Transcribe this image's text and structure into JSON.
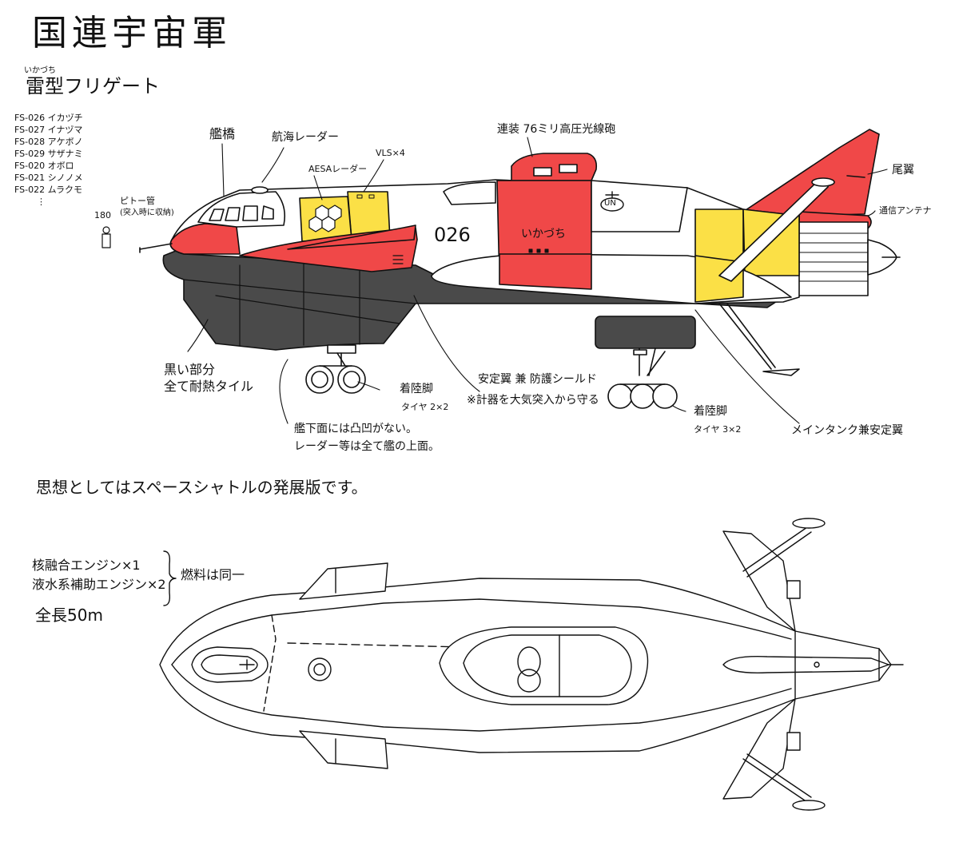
{
  "title": "国連宇宙軍",
  "subtitle": "雷型フリゲート",
  "subtitle_ruby": "いかづち",
  "ships": [
    "FS-026 イカヅチ",
    "FS-027 イナヅマ",
    "FS-028 アケボノ",
    "FS-029 サザナミ",
    "FS-020 オボロ",
    "FS-021 シノノメ",
    "FS-022 ムラクモ",
    "⋮"
  ],
  "labels": {
    "bridge": "艦橋",
    "nav_radar": "航海レーダー",
    "aesa_radar": "AESAレーダー",
    "vls": "VLS×4",
    "gun": "連装 76ミリ高圧光線砲",
    "tail": "尾翼",
    "antenna": "通信アンテナ",
    "pitot": "ピトー管",
    "pitot_note": "(突入時に収納)",
    "scale": "180",
    "hull_number": "026",
    "hull_name": "いかづち",
    "emblem": "UN",
    "black_parts": "黒い部分",
    "black_parts_2": "全て耐熱タイル",
    "gear_front": "着陸脚",
    "gear_front_tyre": "タイヤ 2×2",
    "shield": "安定翼 兼 防護シールド",
    "shield_note": "※計器を大気突入から守る",
    "gear_rear": "着陸脚",
    "gear_rear_tyre": "タイヤ 3×2",
    "main_tank": "メインタンク兼安定翼",
    "underside": "艦下面には凸凹がない。",
    "underside_2": "レーダー等は全て艦の上面。",
    "concept": "思想としてはスペースシャトルの発展版です。",
    "engine_1": "核融合エンジン×1",
    "engine_2": "液水系補助エンジン×2",
    "fuel": "燃料は同一",
    "length": "全長50m"
  },
  "colors": {
    "red": "#f04848",
    "yellow": "#fbe046",
    "dark": "#4a4a4a",
    "line": "#111111",
    "white": "#ffffff"
  }
}
